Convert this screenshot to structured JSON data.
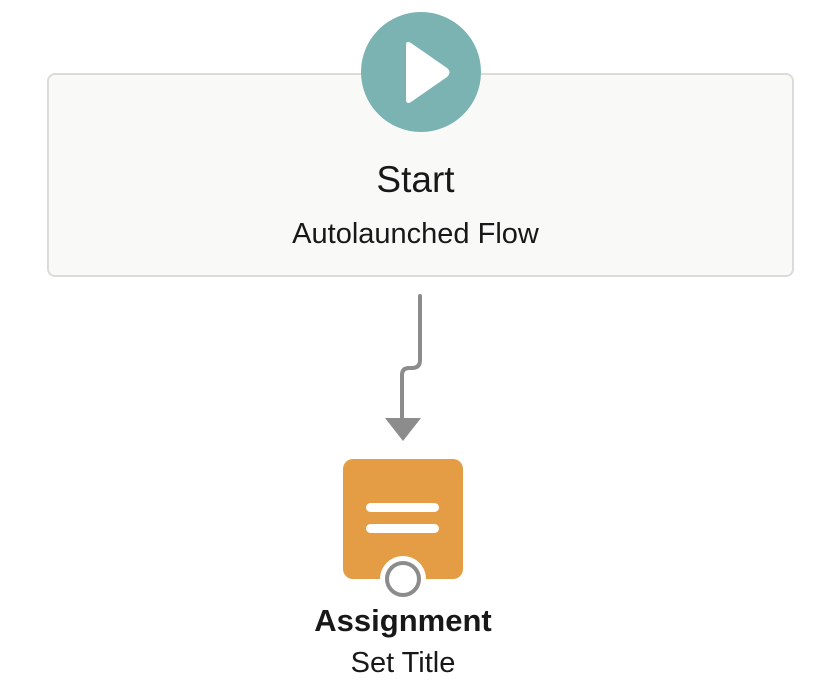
{
  "start_node": {
    "title": "Start",
    "subtitle": "Autolaunched Flow",
    "icon": "play-icon",
    "icon_color": "#7ab3b2"
  },
  "connector": {
    "color": "#8c8c8c"
  },
  "assignment_node": {
    "type_label": "Assignment",
    "name": "Set Title",
    "icon": "assignment-lines-icon",
    "color": "#e59d45"
  }
}
